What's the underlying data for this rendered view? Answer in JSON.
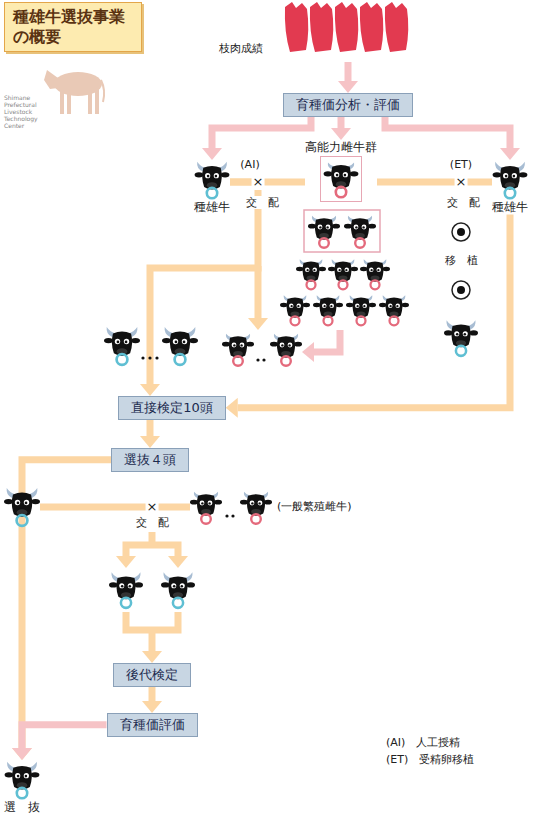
{
  "diagram": {
    "title": "種雄牛選抜事業の概要",
    "nodes": [
      {
        "text": [
          "枝肉成績"
        ]
      },
      {
        "text": [
          "育種価分析・評価"
        ]
      },
      {
        "text": [
          "種雄牛"
        ]
      },
      {
        "text": [
          "高能力雌牛群"
        ]
      },
      {
        "text": [
          "種雄牛"
        ]
      },
      {
        "text": [
          "直接検定10頭"
        ]
      },
      {
        "text": [
          "選抜４頭"
        ]
      },
      {
        "text": [
          "後代検定"
        ]
      },
      {
        "text": [
          "育種価評価"
        ]
      },
      {
        "text": [
          "選　抜"
        ]
      }
    ],
    "edges": [
      {
        "from": 0,
        "to": 1,
        "arrow": "to"
      },
      {
        "from": 1,
        "to": 2,
        "arrow": "to"
      },
      {
        "from": 1,
        "to": 3,
        "arrow": "to"
      },
      {
        "from": 1,
        "to": 4,
        "arrow": "to"
      },
      {
        "from": 2,
        "to": 3,
        "arrow": "none"
      },
      {
        "from": 3,
        "to": 4,
        "arrow": "none"
      },
      {
        "from": 2,
        "to": 5,
        "arrow": "to"
      },
      {
        "from": 4,
        "to": 5,
        "arrow": "to"
      },
      {
        "from": 5,
        "to": 6,
        "arrow": "to"
      },
      {
        "from": 6,
        "to": 9,
        "arrow": "to"
      },
      {
        "from": 7,
        "to": 8,
        "arrow": "to"
      },
      {
        "from": 8,
        "to": 9,
        "arrow": "to"
      }
    ],
    "labels": [
      "Shimane Prefectural Livestock Technology Center",
      "(AI)",
      "×",
      "交　配",
      "(ET)",
      "×",
      "交　配",
      "移　植",
      "×",
      "交　配",
      "(一般繁殖雌牛)",
      "(AI)　人工授精",
      "(ET)　受精卵移植"
    ]
  }
}
